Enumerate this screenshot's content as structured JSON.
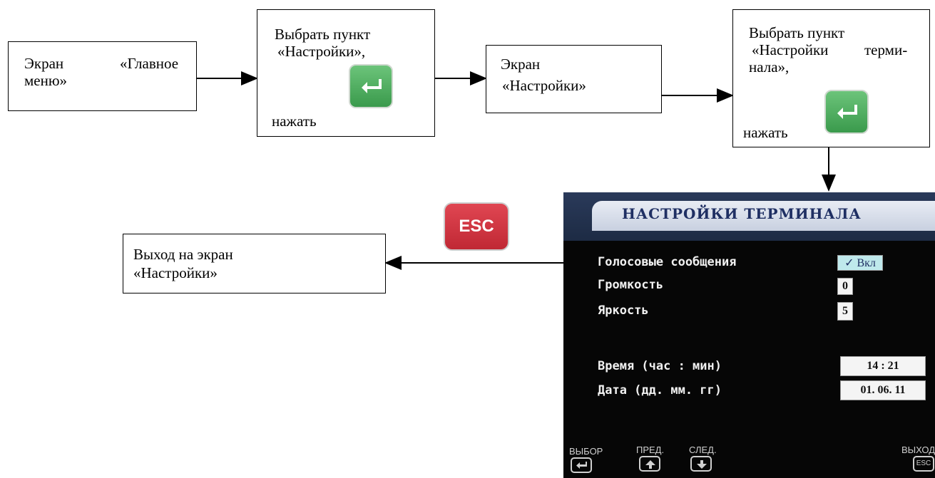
{
  "flow": {
    "main_menu": {
      "line1_left": "Экран",
      "line1_right": "«Главное",
      "line2": "меню»"
    },
    "step1": {
      "line1": "Выбрать пункт",
      "line2": "«Настройки»,",
      "press": "нажать"
    },
    "settings": {
      "line1": "Экран",
      "line2": "«Настройки»"
    },
    "step2": {
      "line1": "Выбрать пункт",
      "line2_left": "«Настройки",
      "line2_right": "терми-",
      "line3": "нала»,",
      "press": "нажать"
    },
    "exit": {
      "line1": "Выход на экран",
      "line2": "«Настройки»"
    },
    "esc_button": "ESC",
    "enter_icon": "enter-arrow-icon"
  },
  "screen": {
    "title": "НАСТРОЙКИ ТЕРМИНАЛА",
    "rows": [
      {
        "label": "Голосовые сообщения",
        "value": "Вкл",
        "checked": true
      },
      {
        "label": "Громкость",
        "value": "0"
      },
      {
        "label": "Яркость",
        "value": "5"
      },
      {
        "label": "Время (час : мин)",
        "value": "14 : 21"
      },
      {
        "label": "Дата (дд. мм. гг)",
        "value": "01. 06. 11"
      }
    ],
    "footer": {
      "select": "ВЫБОР",
      "prev": "ПРЕД.",
      "next": "СЛЕД.",
      "exit": "ВЫХОД",
      "esc_key": "ESC"
    }
  },
  "colors": {
    "enter_button": "#4caf5b",
    "esc_button": "#d2323f",
    "screen_title": "#1f2f63",
    "highlight": "#bfe9ec"
  }
}
